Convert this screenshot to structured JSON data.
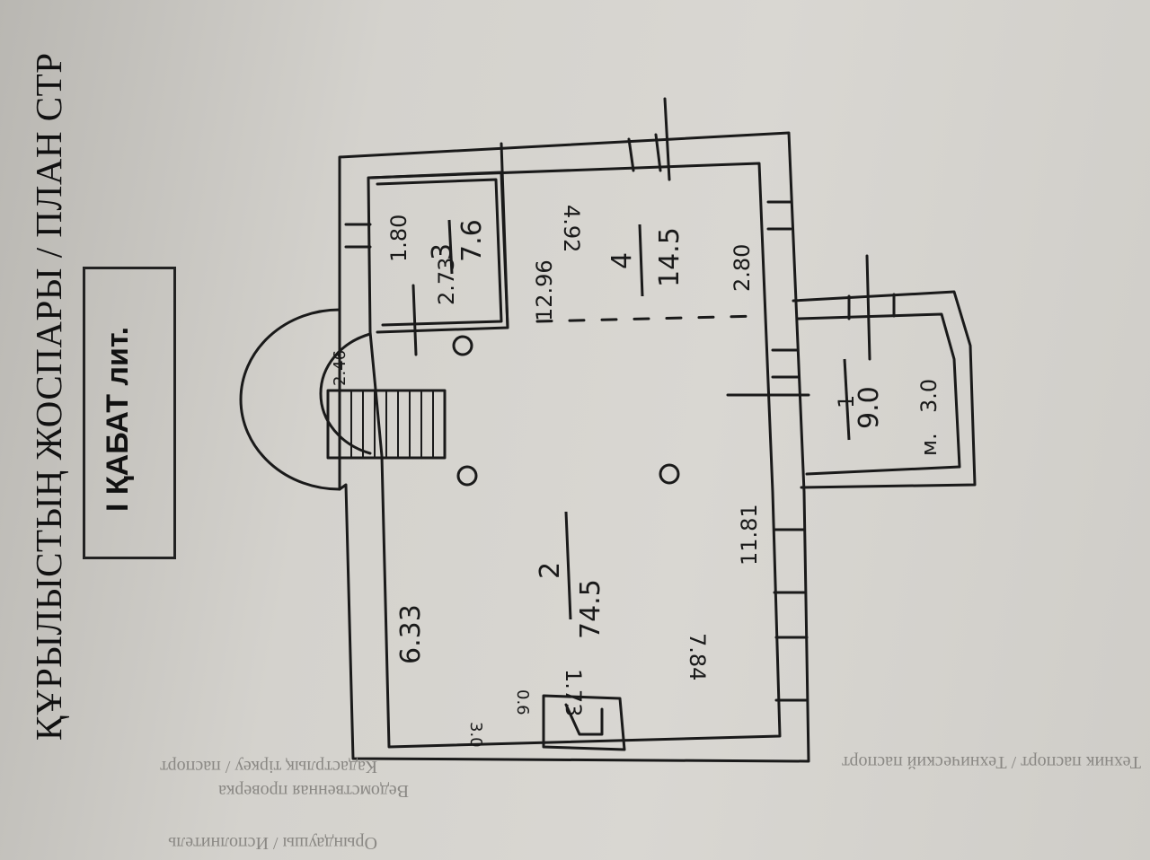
{
  "document": {
    "title": "ҚҰРЫЛЫСТЫҢ ЖОСПАРЫ / ПЛАН СТР",
    "floor_label": "I ҚАБАТ лит."
  },
  "rooms": [
    {
      "number": "1",
      "area": "9.0",
      "dims": [
        "3.0",
        "м."
      ]
    },
    {
      "number": "2",
      "area": "74.5"
    },
    {
      "number": "3",
      "area": "7.6"
    },
    {
      "number": "4",
      "area": "14.5"
    }
  ],
  "dimensions": {
    "room3_side": "1.80",
    "room3_depth": "2.73",
    "wall_12_96": "12.96",
    "room4_side": "4.92",
    "wall_2_80": "2.80",
    "wall_11_81": "11.81",
    "wall_6_33": "6.33",
    "stair_2_46": "2.46",
    "wall_7_84": "7.84",
    "fireplace_1_73": "1.73",
    "fireplace_0_6": "0.6",
    "corner_3_0": "3.0"
  },
  "footer_faint": {
    "line1": "Кадастрлық тіркеу / паспорт",
    "line2": "Ведомственная проверка",
    "line3": "Орындаушы / Исполнитель",
    "line4": "Техник паспорт / Технический паспорт"
  },
  "colors": {
    "ink": "#1a1a1a",
    "paper": "#d6d4cf",
    "faint_text": "#8a8884"
  }
}
